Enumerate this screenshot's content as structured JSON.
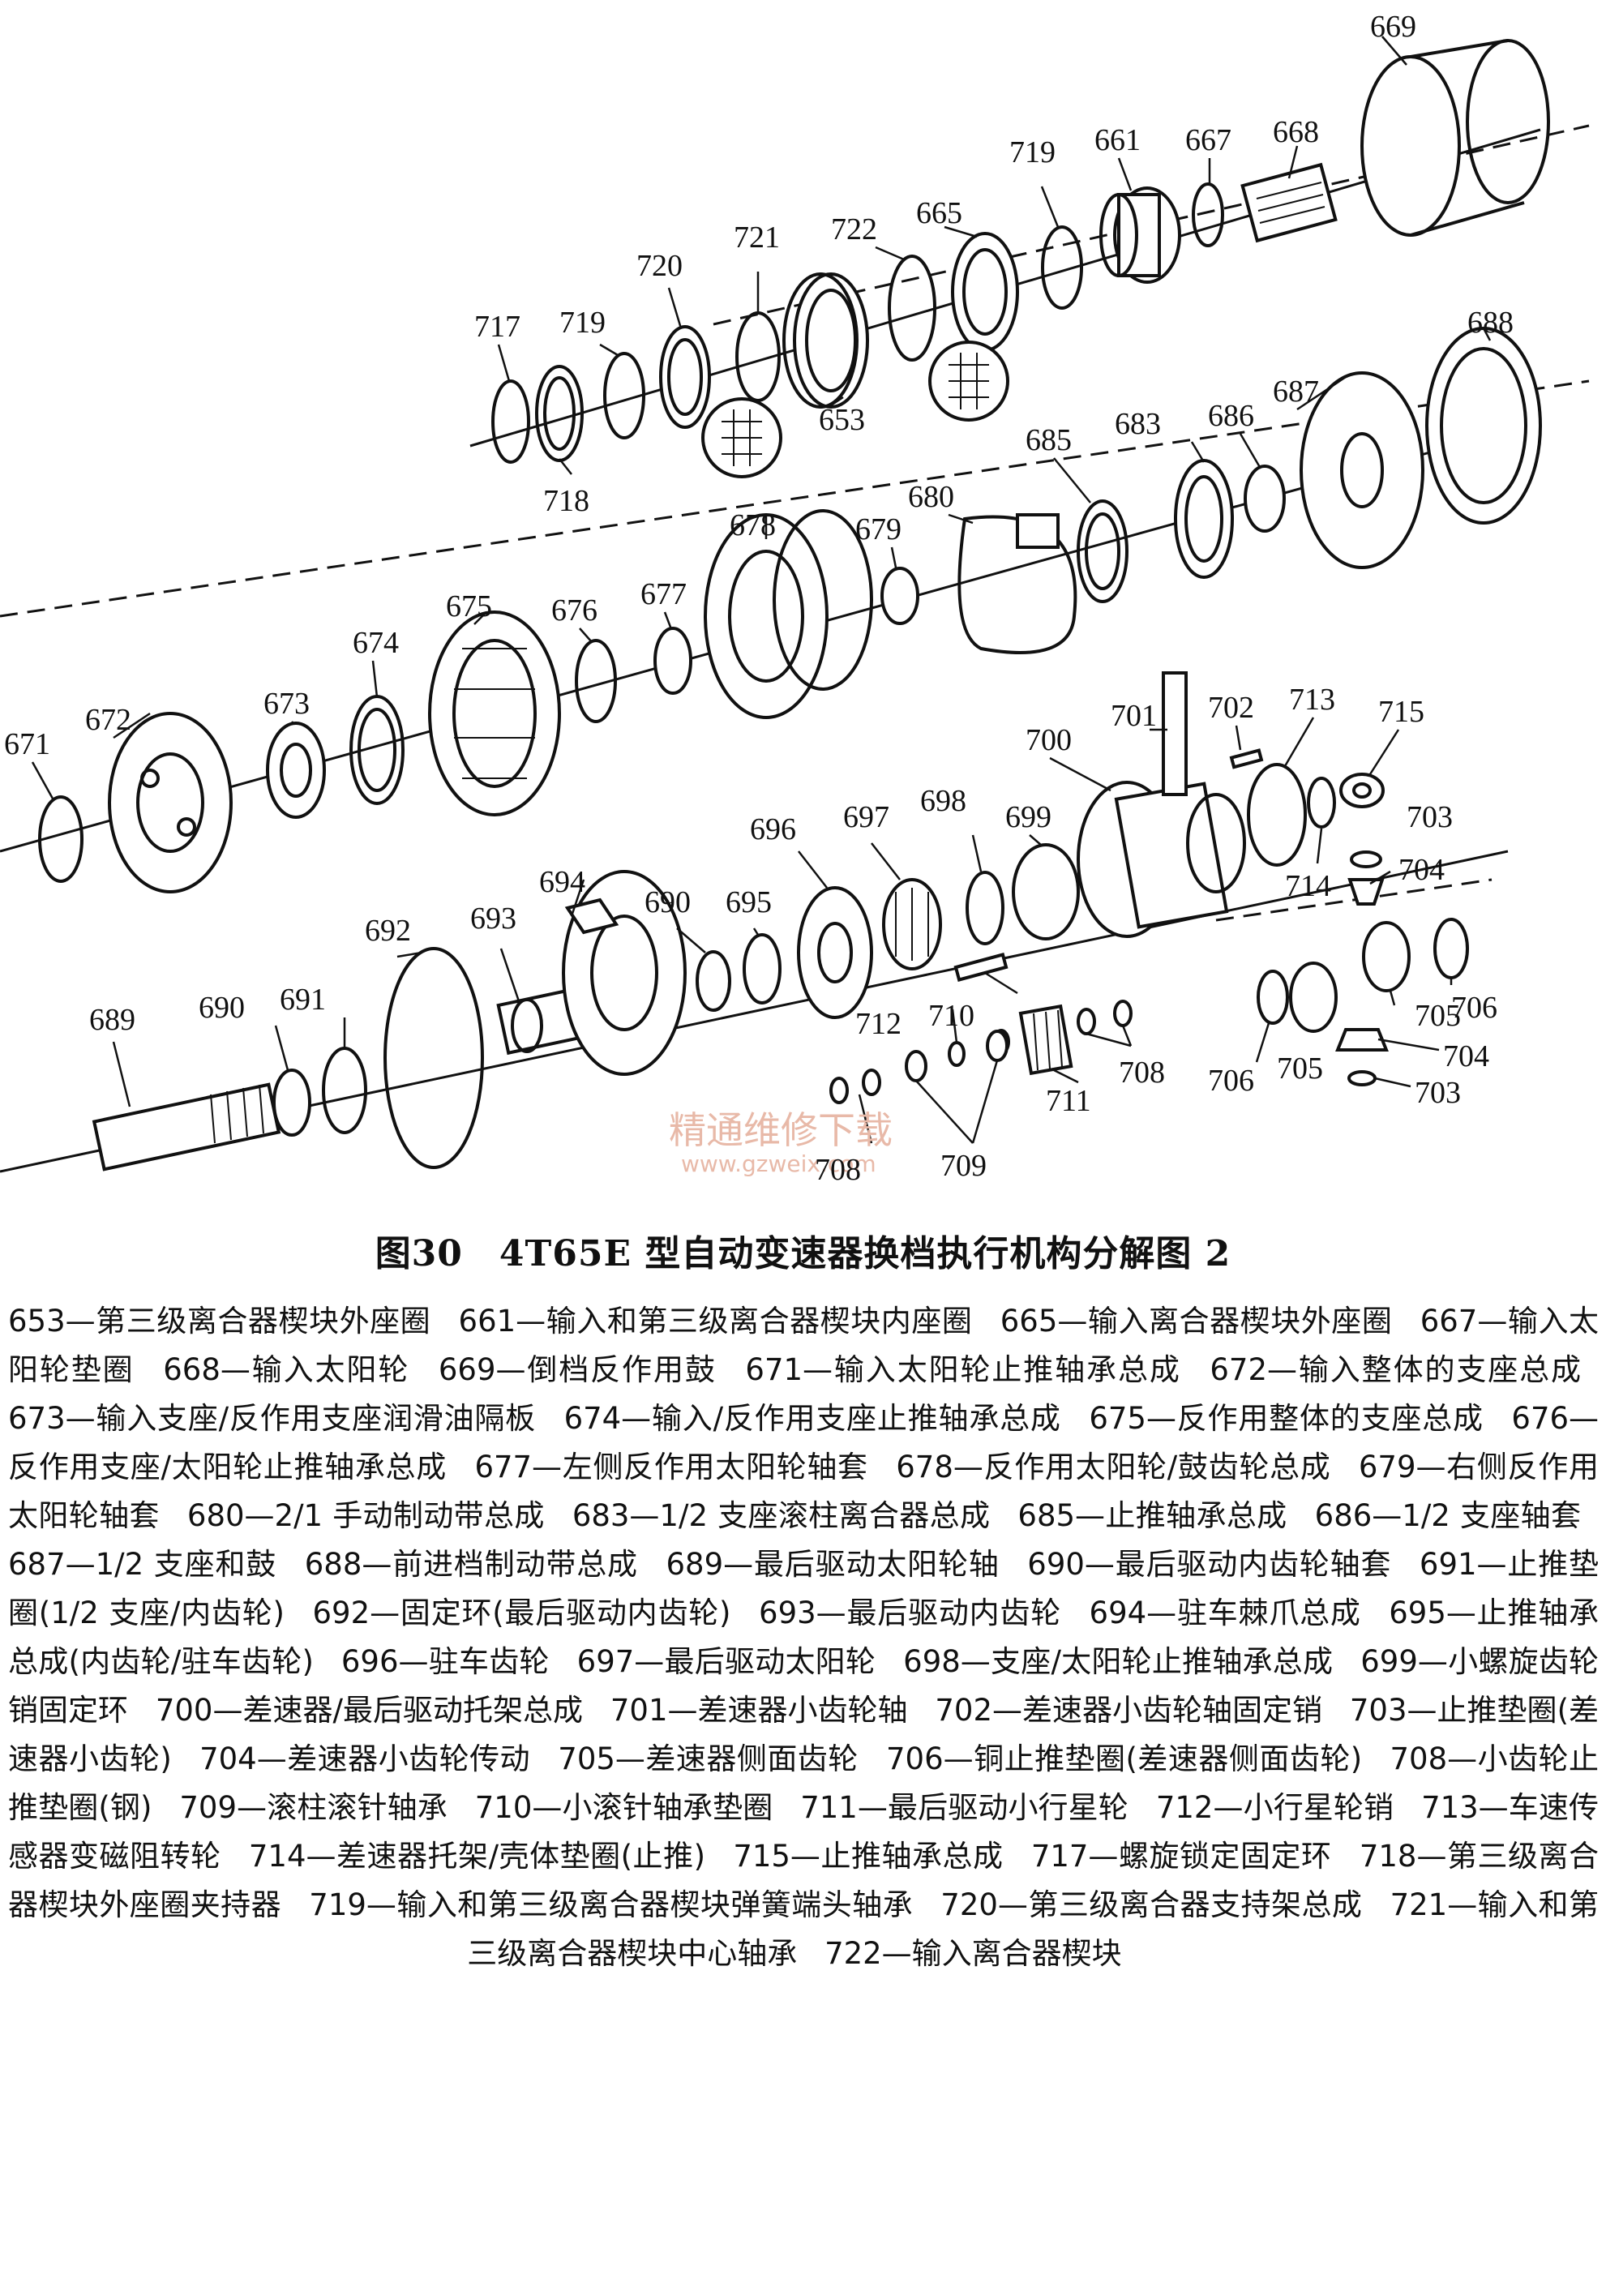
{
  "diagram": {
    "callouts": [
      "669",
      "661",
      "667",
      "668",
      "719",
      "665",
      "722",
      "721",
      "720",
      "719",
      "717",
      "718",
      "653",
      "688",
      "687",
      "686",
      "683",
      "685",
      "680",
      "679",
      "678",
      "677",
      "676",
      "675",
      "674",
      "673",
      "672",
      "671",
      "701",
      "702",
      "713",
      "715",
      "700",
      "703",
      "704",
      "699",
      "698",
      "697",
      "696",
      "694",
      "693",
      "692",
      "690",
      "695",
      "714",
      "704",
      "705",
      "706",
      "712",
      "710",
      "708",
      "691",
      "690",
      "689",
      "706",
      "705",
      "704",
      "703",
      "711",
      "708",
      "709"
    ],
    "watermark": {
      "cn": "精通维修下载",
      "url": "www.gzweix.com"
    }
  },
  "caption": "图30　4T65E 型自动变速器换档执行机构分解图 2",
  "legend": [
    "653—第三级离合器楔块外座圈",
    "661—输入和第三级离合器楔块内座圈",
    "665—输入离合器楔块外座圈",
    "667—输入太阳轮垫圈",
    "668—输入太阳轮",
    "669—倒档反作用鼓",
    "671—输入太阳轮止推轴承总成",
    "672—输入整体的支座总成",
    "673—输入支座/反作用支座润滑油隔板",
    "674—输入/反作用支座止推轴承总成",
    "675—反作用整体的支座总成",
    "676—反作用支座/太阳轮止推轴承总成",
    "677—左侧反作用太阳轮轴套",
    "678—反作用太阳轮/鼓齿轮总成",
    "679—右侧反作用太阳轮轴套",
    "680—2/1 手动制动带总成",
    "683—1/2 支座滚柱离合器总成",
    "685—止推轴承总成",
    "686—1/2 支座轴套",
    "687—1/2 支座和鼓",
    "688—前进档制动带总成",
    "689—最后驱动太阳轮轴",
    "690—最后驱动内齿轮轴套",
    "691—止推垫圈(1/2 支座/内齿轮)",
    "692—固定环(最后驱动内齿轮)",
    "693—最后驱动内齿轮",
    "694—驻车棘爪总成",
    "695—止推轴承总成(内齿轮/驻车齿轮)",
    "696—驻车齿轮",
    "697—最后驱动太阳轮",
    "698—支座/太阳轮止推轴承总成",
    "699—小螺旋齿轮销固定环",
    "700—差速器/最后驱动托架总成",
    "701—差速器小齿轮轴",
    "702—差速器小齿轮轴固定销",
    "703—止推垫圈(差速器小齿轮)",
    "704—差速器小齿轮传动",
    "705—差速器侧面齿轮",
    "706—铜止推垫圈(差速器侧面齿轮)",
    "708—小齿轮止推垫圈(钢)",
    "709—滚柱滚针轴承",
    "710—小滚针轴承垫圈",
    "711—最后驱动小行星轮",
    "712—小行星轮销",
    "713—车速传感器变磁阻转轮",
    "714—差速器托架/壳体垫圈(止推)",
    "715—止推轴承总成",
    "717—螺旋锁定固定环",
    "718—第三级离合器楔块外座圈夹持器",
    "719—输入和第三级离合器楔块弹簧端头轴承",
    "720—第三级离合器支持架总成",
    "721—输入和第三级离合器楔块中心轴承",
    "722—输入离合器楔块"
  ]
}
